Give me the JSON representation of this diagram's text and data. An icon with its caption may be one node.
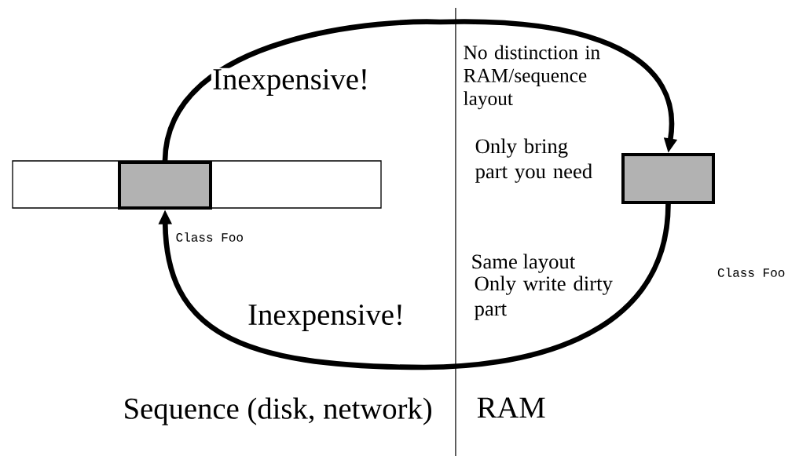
{
  "diagram": {
    "nodes": [
      {
        "text": [],
        "shape": "box"
      },
      {
        "text": [],
        "shape": "box",
        "in": 0
      },
      {
        "text": [],
        "shape": "box"
      }
    ],
    "edges": [
      {
        "from": 1,
        "to": 2,
        "arrow": "to",
        "label": "Inexpensive!"
      },
      {
        "from": 2,
        "to": 1,
        "arrow": "to",
        "label": "Inexpensive!"
      }
    ],
    "labels": [
      "No distinction in RAM/sequence layout",
      "Only bring part you need",
      "Class Foo",
      "Class Foo",
      "Same layout",
      "Only write dirty part",
      "Sequence (disk, network)",
      "RAM"
    ]
  }
}
